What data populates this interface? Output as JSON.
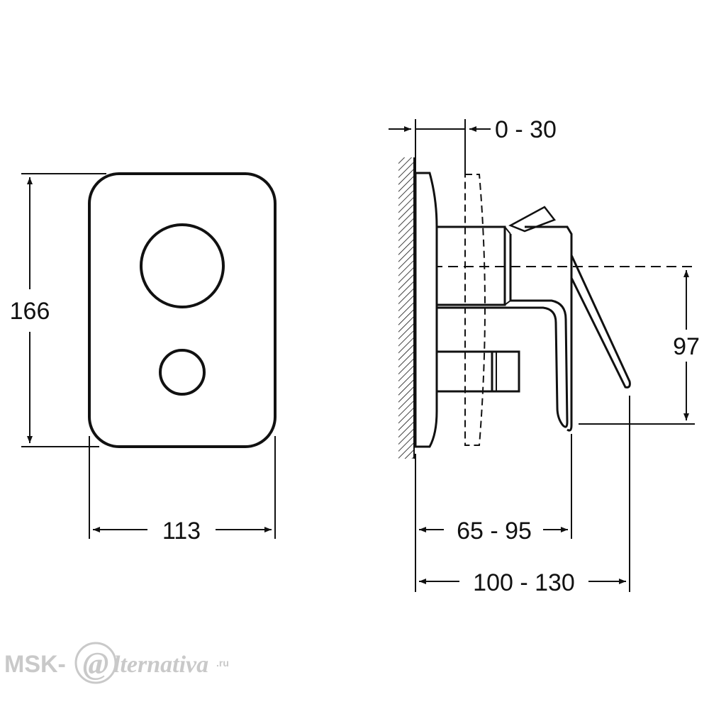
{
  "front_view": {
    "height_label": "166",
    "width_label": "113"
  },
  "side_view": {
    "adjust_label": "0 - 30",
    "axis_height_label": "97",
    "depth_body_label": "65 - 95",
    "depth_total_label": "100 - 130"
  },
  "watermark": {
    "prefix": "MSK-",
    "at": "@",
    "rest": "lternativa",
    "tld": ".ru"
  },
  "colors": {
    "line": "#111111",
    "watermark": "#c9c9c9"
  }
}
